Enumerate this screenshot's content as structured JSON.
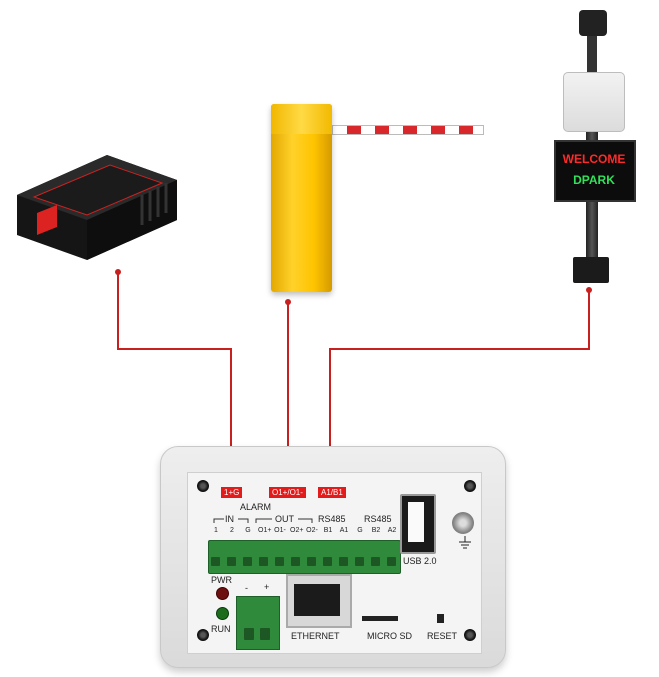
{
  "colors": {
    "wire": "#c8201e",
    "tag": "#e31b1b",
    "terminal": "#2f8a3b"
  },
  "sign": {
    "line1": "WELCOME",
    "line2": "DPARK"
  },
  "tags": {
    "in": "1+G",
    "out": "O1+/O1-",
    "rs485": "A1/B1"
  },
  "labels": {
    "alarm": "ALARM",
    "in": "IN",
    "out": "OUT",
    "rs485_a": "RS485",
    "rs485_b": "RS485",
    "usb": "USB 2.0",
    "pwr": "PWR",
    "run": "RUN",
    "minus": "-",
    "plus": "+",
    "ethernet": "ETHERNET",
    "micro_sd": "MICRO SD",
    "reset": "RESET"
  },
  "pins": [
    "1",
    "2",
    "G",
    "O1+",
    "O1-",
    "O2+",
    "O2-",
    "B1",
    "A1",
    "G",
    "B2",
    "A2"
  ],
  "icons": [
    "loop-detector-device",
    "barrier-gate",
    "parking-pole-camera",
    "ground-icon",
    "usb-port",
    "ethernet-port"
  ]
}
